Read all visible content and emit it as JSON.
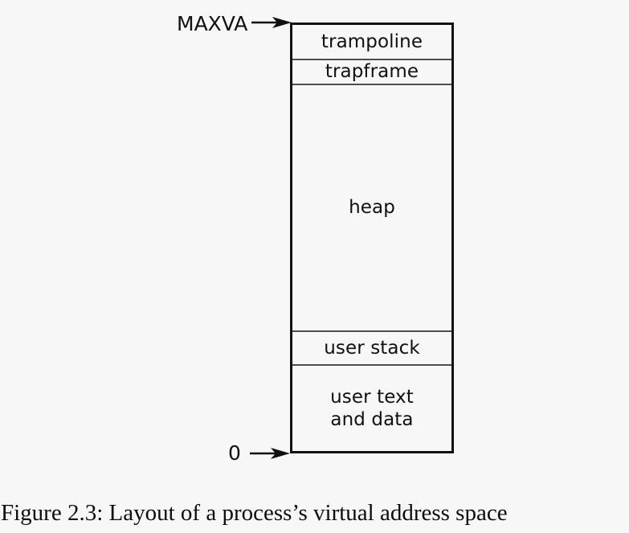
{
  "figure": {
    "caption": "Figure 2.3: Layout of a process’s virtual address space",
    "colors": {
      "background": "#f7f7f7",
      "box_border": "#111111",
      "divider": "#4d4d4d",
      "text": "#101010"
    }
  },
  "diagram": {
    "title": "process virtual address space layout",
    "address_labels": [
      {
        "name": "top-address",
        "text": "MAXVA",
        "points_to": "trampoline"
      },
      {
        "name": "bottom-address",
        "text": "0",
        "points_to": "user text and data"
      }
    ],
    "segments": [
      {
        "label": "trampoline",
        "order": 1
      },
      {
        "label": "trapframe",
        "order": 2
      },
      {
        "label": "heap",
        "order": 3
      },
      {
        "label": "user stack",
        "order": 4
      },
      {
        "label": "user text\nand data",
        "order": 5
      }
    ]
  }
}
